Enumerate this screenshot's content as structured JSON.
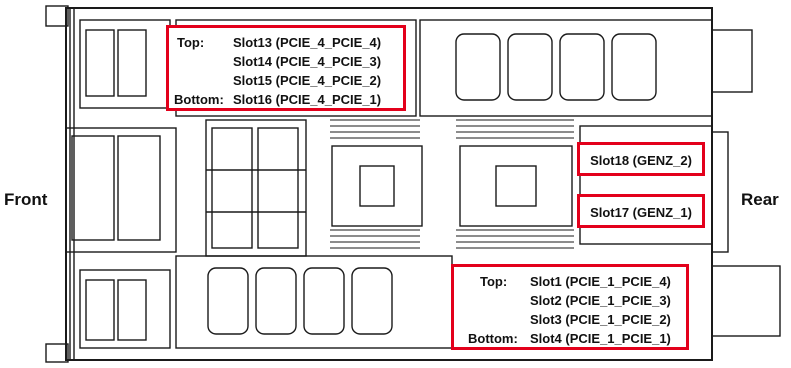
{
  "labels": {
    "front": "Front",
    "rear": "Rear"
  },
  "colors": {
    "callout_border": "#e3001b",
    "drawing_line": "#1a1a1a"
  },
  "callout_top_left": {
    "tier_top": "Top:",
    "tier_bottom": "Bottom:",
    "slots": [
      "Slot13 (PCIE_4_PCIE_4)",
      "Slot14 (PCIE_4_PCIE_3)",
      "Slot15 (PCIE_4_PCIE_2)",
      "Slot16 (PCIE_4_PCIE_1)"
    ]
  },
  "callout_bottom_right": {
    "tier_top": "Top:",
    "tier_bottom": "Bottom:",
    "slots": [
      "Slot1 (PCIE_1_PCIE_4)",
      "Slot2 (PCIE_1_PCIE_3)",
      "Slot3 (PCIE_1_PCIE_2)",
      "Slot4 (PCIE_1_PCIE_1)"
    ]
  },
  "callout_genz_2": "Slot18 (GENZ_2)",
  "callout_genz_1": "Slot17 (GENZ_1)"
}
